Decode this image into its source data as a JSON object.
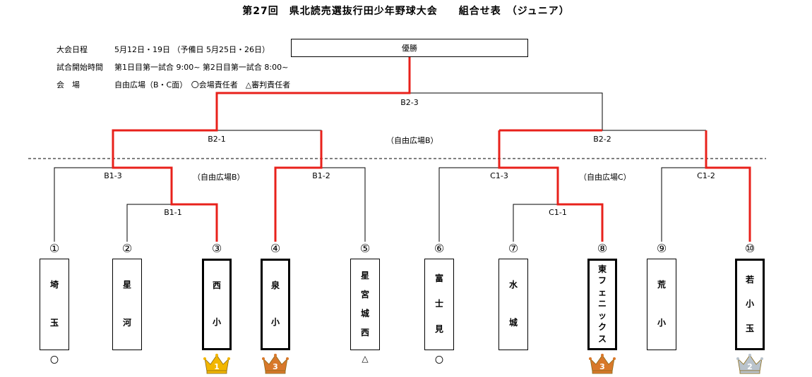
{
  "title": "第27回　県北読売選抜行田少年野球大会　　組合せ表　（ジュニア）",
  "info": {
    "schedule_label": "大会日程",
    "schedule_value": "5月12日・19日 （予備日 5月25日・26日）",
    "start_label": "試合開始時間",
    "start_value": "第1日目第一試合 9:00~ 第2日目第一試合 8:00~",
    "venue_label": "会　場",
    "venue_value": "自由広場（B・C面）　〇会場責任者　△審判責任者"
  },
  "champion_label": "優勝",
  "matches": {
    "b23": "B2-3",
    "b21": "B2-1",
    "b22": "B2-2",
    "b13": "B1-3",
    "b12": "B1-2",
    "b11": "B1-1",
    "c13": "C1-3",
    "c12": "C1-2",
    "c11": "C1-1"
  },
  "venues": {
    "final": "（自由広場B）",
    "left": "（自由広場B）",
    "right": "（自由広場C）"
  },
  "teams": [
    {
      "num": "①",
      "chars": [
        "埼",
        "玉"
      ],
      "mark": "〇",
      "winner": false
    },
    {
      "num": "②",
      "chars": [
        "星",
        "河"
      ],
      "mark": "",
      "winner": false
    },
    {
      "num": "③",
      "chars": [
        "西",
        "小"
      ],
      "mark": "",
      "winner": true,
      "crown": "1"
    },
    {
      "num": "④",
      "chars": [
        "泉",
        "小"
      ],
      "mark": "",
      "winner": true,
      "crown": "3"
    },
    {
      "num": "⑤",
      "chars": [
        "星",
        "宮",
        "城",
        "西"
      ],
      "mark": "△",
      "winner": false
    },
    {
      "num": "⑥",
      "chars": [
        "富",
        "士",
        "見"
      ],
      "mark": "〇",
      "winner": false
    },
    {
      "num": "⑦",
      "chars": [
        "水",
        "城"
      ],
      "mark": "",
      "winner": false
    },
    {
      "num": "⑧",
      "chars": [
        "東",
        "フ",
        "ェ",
        "ニ",
        "ッ",
        "ク",
        "ス"
      ],
      "mark": "",
      "winner": true,
      "crown": "3"
    },
    {
      "num": "⑨",
      "chars": [
        "荒",
        "小"
      ],
      "mark": "",
      "winner": false
    },
    {
      "num": "⑩",
      "chars": [
        "若",
        "小",
        "玉"
      ],
      "mark": "",
      "winner": true,
      "crown": "2"
    }
  ],
  "colors": {
    "winner_line": "#e8211b",
    "line": "#000000",
    "gold": "#f2b600",
    "bronze": "#d8782a",
    "silver": "#b9c3cc"
  }
}
